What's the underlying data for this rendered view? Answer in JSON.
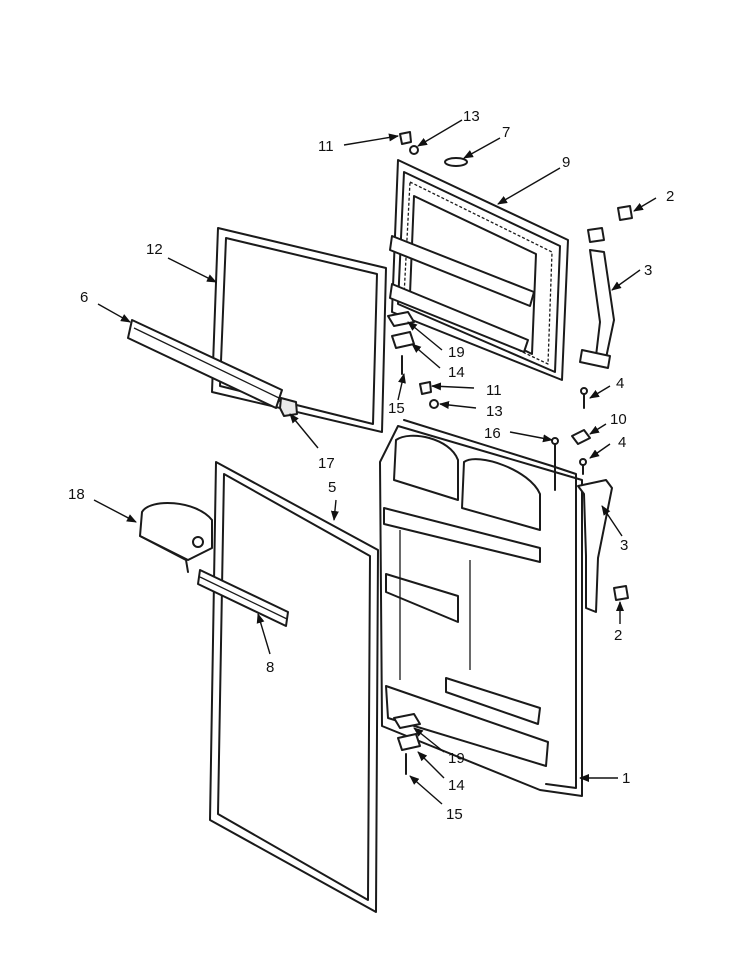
{
  "callouts": [
    {
      "id": "c1",
      "label": "1"
    },
    {
      "id": "c2a",
      "label": "2"
    },
    {
      "id": "c2b",
      "label": "2"
    },
    {
      "id": "c3a",
      "label": "3"
    },
    {
      "id": "c3b",
      "label": "3"
    },
    {
      "id": "c4a",
      "label": "4"
    },
    {
      "id": "c4b",
      "label": "4"
    },
    {
      "id": "c5",
      "label": "5"
    },
    {
      "id": "c6",
      "label": "6"
    },
    {
      "id": "c7",
      "label": "7"
    },
    {
      "id": "c8",
      "label": "8"
    },
    {
      "id": "c9",
      "label": "9"
    },
    {
      "id": "c10",
      "label": "10"
    },
    {
      "id": "c11a",
      "label": "11"
    },
    {
      "id": "c11b",
      "label": "11"
    },
    {
      "id": "c12",
      "label": "12"
    },
    {
      "id": "c13a",
      "label": "13"
    },
    {
      "id": "c13b",
      "label": "13"
    },
    {
      "id": "c14a",
      "label": "14"
    },
    {
      "id": "c14b",
      "label": "14"
    },
    {
      "id": "c15a",
      "label": "15"
    },
    {
      "id": "c15b",
      "label": "15"
    },
    {
      "id": "c16",
      "label": "16"
    },
    {
      "id": "c17",
      "label": "17"
    },
    {
      "id": "c18",
      "label": "18"
    },
    {
      "id": "c19a",
      "label": "19"
    },
    {
      "id": "c19b",
      "label": "19"
    }
  ]
}
